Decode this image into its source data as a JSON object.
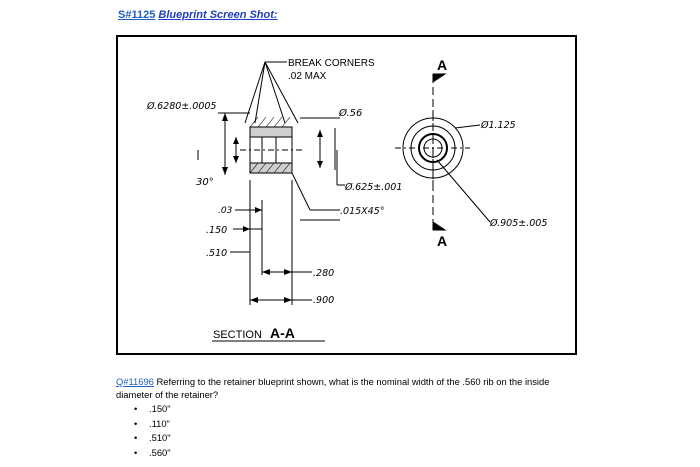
{
  "heading": {
    "id": "S#1125",
    "title": "Blueprint Screen Shot:"
  },
  "drawing": {
    "break_corners": "BREAK CORNERS",
    "max_note": ".02 MAX",
    "dia_bore": "Ø.6280±.0005",
    "dia_rib": "Ø.56",
    "dia_1125": "Ø1.125",
    "dia_625": "Ø.625±.001",
    "chamfer": ".015X45°",
    "dia_905": "Ø.905±.005",
    "angle": "30°",
    "dim_03": ".03",
    "dim_150": ".150",
    "dim_510": ".510",
    "dim_280": ".280",
    "dim_900": ".900",
    "section_prefix": "SECTION",
    "section_glyph": "A-A",
    "section_mark": "A"
  },
  "question": {
    "id": "Q#11696",
    "text": "Referring to the retainer blueprint shown, what is the nominal width of the .560 rib on the inside diameter of the retainer?"
  },
  "answers": [
    ".150\"",
    ".110\"",
    ".510\"",
    ".560\""
  ],
  "bullet": "•"
}
